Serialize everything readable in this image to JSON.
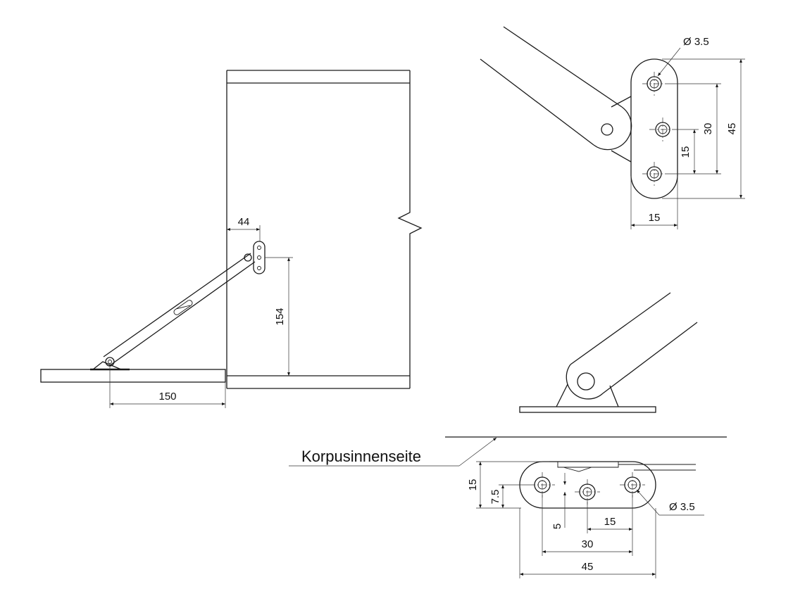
{
  "side_view": {
    "dim_offset": "44",
    "dim_height": "154",
    "dim_horizontal": "150"
  },
  "detail_top": {
    "hole_diameter": "Ø 3.5",
    "dim_total": "45",
    "dim_pitch_outer": "30",
    "dim_pitch_inner": "15",
    "dim_width": "15"
  },
  "detail_bottom": {
    "label_inner_side": "Korpusinnenseite",
    "hole_diameter": "Ø 3.5",
    "dim_height": "15",
    "dim_half_height": "7.5",
    "dim_offset": "5",
    "dim_pitch_inner": "15",
    "dim_pitch_outer": "30",
    "dim_length": "45"
  }
}
